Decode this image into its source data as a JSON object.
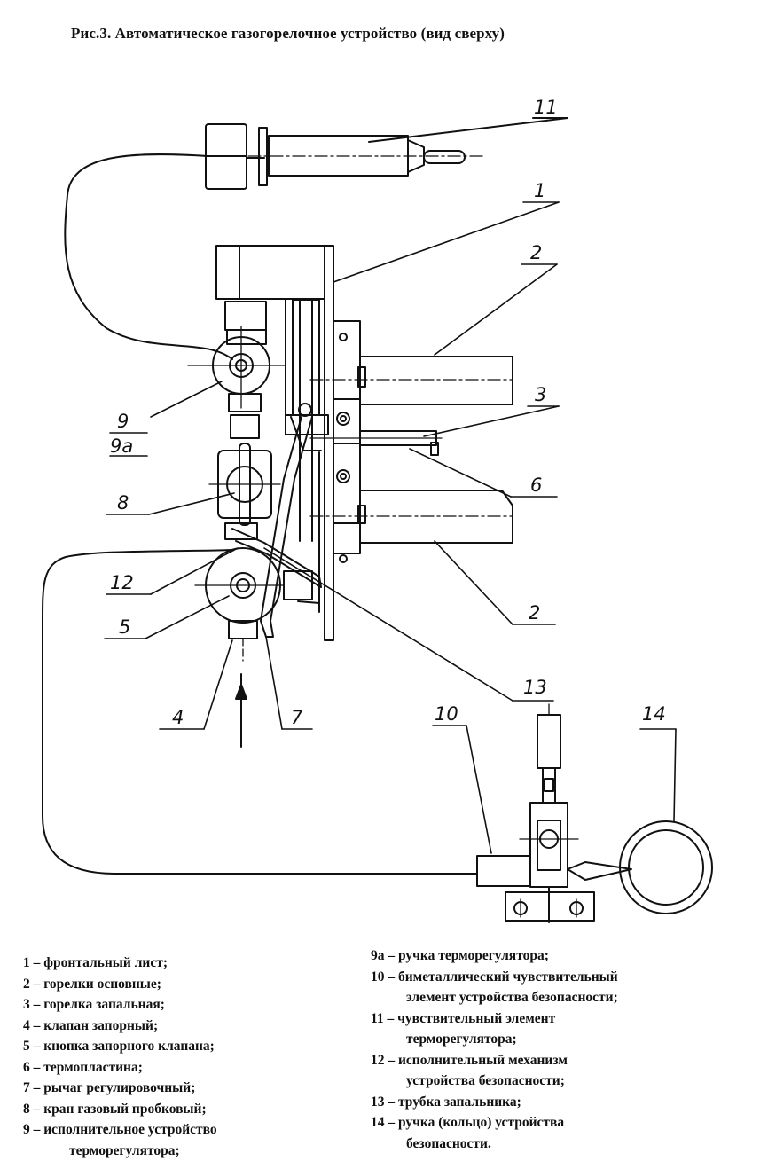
{
  "title": "Рис.3.  Автоматическое газогорелочное устройство (вид сверху)",
  "callouts": {
    "c1": "1",
    "c2a": "2",
    "c2b": "2",
    "c3": "3",
    "c4": "4",
    "c5": "5",
    "c6": "6",
    "c7": "7",
    "c8": "8",
    "c9": "9",
    "c9a": "9а",
    "c10": "10",
    "c11": "11",
    "c12": "12",
    "c13": "13",
    "c14": "14"
  },
  "legend_left": [
    {
      "text": "1 – фронтальный лист;"
    },
    {
      "text": "2 – горелки основные;"
    },
    {
      "text": "3 – горелка запальная;"
    },
    {
      "text": "4 – клапан запорный;"
    },
    {
      "text": "5 – кнопка запорного клапана;"
    },
    {
      "text": "6 – термопластина;"
    },
    {
      "text": "7 – рычаг регулировочный;"
    },
    {
      "text": "8 – кран газовый пробковый;"
    },
    {
      "text": "9 – исполнительное устройство",
      "cont": "терморегулятора;"
    }
  ],
  "legend_right": [
    {
      "text": "9а – ручка терморегулятора;"
    },
    {
      "text": "10 – биметаллический чувствительный",
      "cont": "элемент устройства безопасности;"
    },
    {
      "text": "11 – чувствительный элемент",
      "cont": "терморегулятора;"
    },
    {
      "text": "12 – исполнительный механизм",
      "cont": "устройства безопасности;"
    },
    {
      "text": "13 – трубка запальника;"
    },
    {
      "text": "14 – ручка (кольцо) устройства",
      "cont": "безопасности."
    }
  ]
}
